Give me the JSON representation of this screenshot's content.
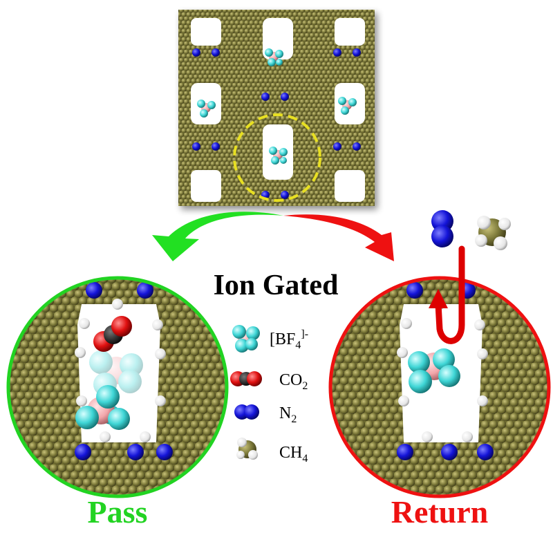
{
  "title": "Ion Gated",
  "legend": [
    {
      "key": "bf4",
      "formula": "[BF",
      "sub": "4",
      "sup": "]-"
    },
    {
      "key": "co2",
      "formula": "CO",
      "sub": "2",
      "sup": ""
    },
    {
      "key": "n2",
      "formula": "N",
      "sub": "2",
      "sup": ""
    },
    {
      "key": "ch4",
      "formula": "CH",
      "sub": "4",
      "sup": ""
    }
  ],
  "outcomes": {
    "left": {
      "label": "Pass",
      "color": "#22d322"
    },
    "right": {
      "label": "Return",
      "color": "#ee1111"
    }
  },
  "colors": {
    "framework_olive": "#7d7a3a",
    "nitrogen_blue": "#1010d0",
    "fluorine_cyan": "#3fd6d6",
    "boron_pink": "#f2a6aa",
    "oxygen_red": "#e01010",
    "hydrogen_white": "#f4f4f4",
    "gate_dash_yellow": "#e8e020"
  }
}
